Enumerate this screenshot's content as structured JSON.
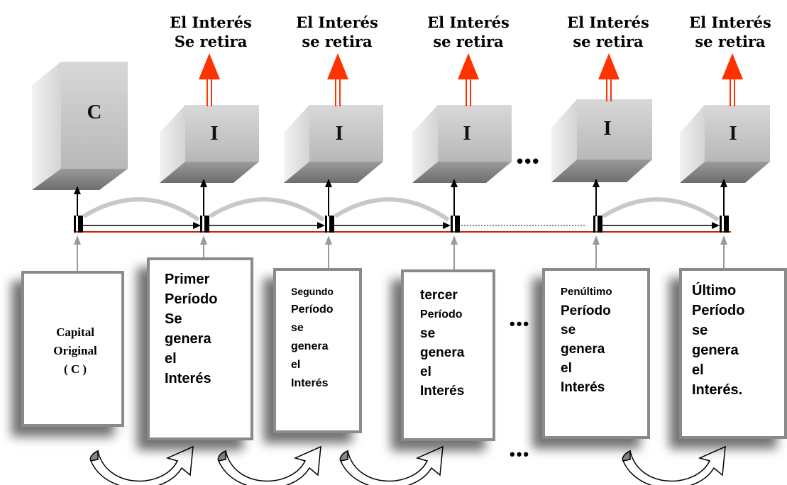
{
  "withdraw_titles": [
    [
      "El Interés",
      "Se retira"
    ],
    [
      "El Interés",
      "se retira"
    ],
    [
      "El Interés",
      "se retira"
    ],
    [
      "El Interés",
      "se retira"
    ],
    [
      "El Interés",
      "se retira"
    ]
  ],
  "capital_cube_label": "C",
  "interest_cube_label": "I",
  "ellipsis": "•••",
  "panels": {
    "capital": [
      "Capital",
      "Original",
      "( C )"
    ],
    "p1": [
      "Primer",
      "Período",
      "Se",
      "genera",
      "el",
      "Interés"
    ],
    "p2_head": "Segundo",
    "p2": [
      "Período",
      "se",
      "genera",
      "el",
      "Interés"
    ],
    "p3_head": "tercer",
    "p3": [
      "Período",
      "se",
      "genera",
      "el",
      "Interés"
    ],
    "p4_head": "Penúltimo",
    "p4": [
      "Período",
      "se",
      "genera",
      "el",
      "Interés"
    ],
    "p5": [
      "Último",
      "Período",
      "se",
      "genera",
      "el",
      "Interés."
    ]
  },
  "colors": {
    "arrow_red": "#ff3300",
    "timeline_red": "#cc2200",
    "cube_front": "#c8c8c8",
    "cube_side": "#e6e6e6",
    "cube_bottom": "#8c8c8c",
    "panel_border": "#8a8a8a"
  }
}
